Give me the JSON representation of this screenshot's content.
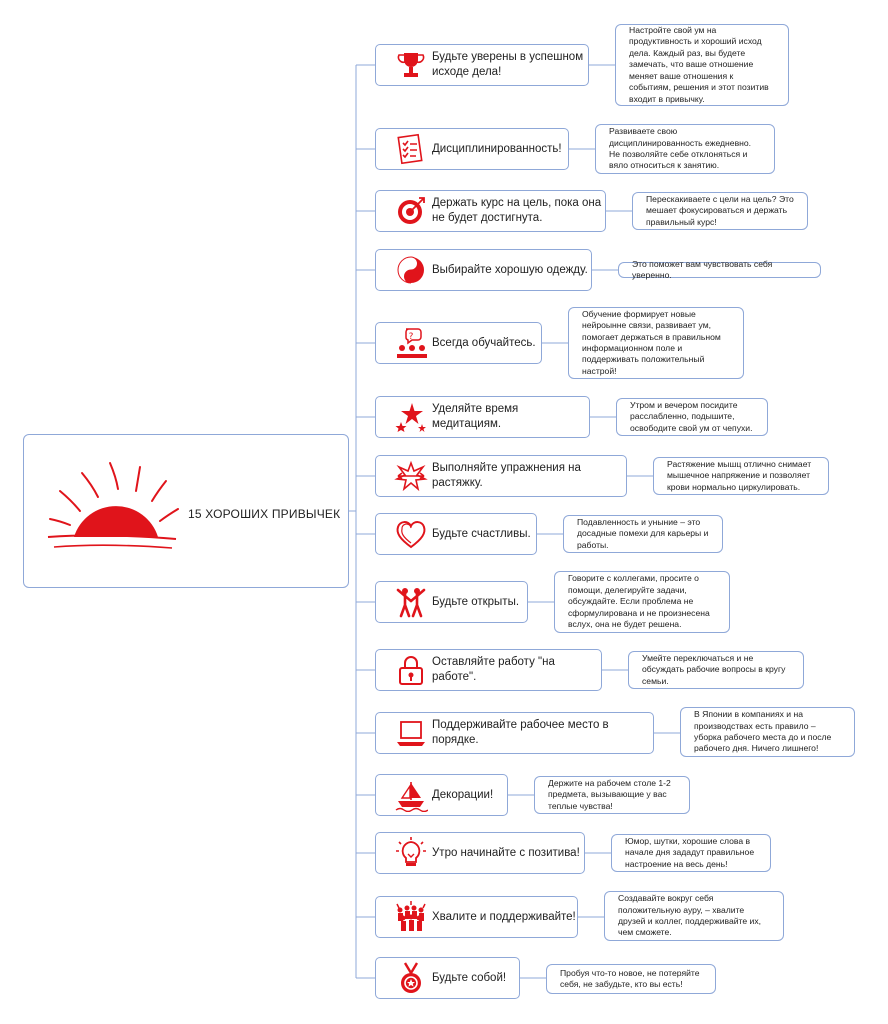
{
  "root": {
    "title": "15 ХОРОШИХ ПРИВЫЧЕК",
    "icon": "sunrise-icon"
  },
  "habits": [
    {
      "label": "Будьте уверены в успешном\nисходе дела!",
      "icon": "trophy-icon",
      "note": "Настройте свой ум на\nпродуктивность и хороший исход\nдела. Каждый раз, вы  будете\nзамечать, что ваше отношение\nменяет ваше отношения к\nсобытиям, решения и этот позитив\nвходит в привычку."
    },
    {
      "label": "Дисциплинированность!",
      "icon": "checklist-icon",
      "note": "Развиваете свою\nдисциплинированность ежедневно.\nНе позволяйте себе отклоняться и\nвяло относиться к занятию."
    },
    {
      "label": "Держать курс на цель, пока она\nне будет достигнута.",
      "icon": "target-icon",
      "note": "Перескакиваете с цели на цель? Это\nмешает фокусироваться и держать\nправильный курс!"
    },
    {
      "label": "Выбирайте хорошую одежду.",
      "icon": "yin-yang-icon",
      "note": "Это поможет вам чувствовать себя уверенно."
    },
    {
      "label": "Всегда обучайтесь.",
      "icon": "learning-group-icon",
      "note": "Обучение формирует новые\nнейроынне связи, развивает ум,\nпомогает держаться в правильном\nинформационном поле и\nподдерживать положительный\nнастрой!"
    },
    {
      "label": "Уделяйте время медитациям.",
      "icon": "stars-icon",
      "note": "Утром и вечером посидите\nрасслабленно, подышите,\nосвободите свой ум от чепухи."
    },
    {
      "label": "Выполняйте упражнения на растяжку.",
      "icon": "stretch-icon",
      "note": "Растяжение мышц отлично снимает\nмышечное напряжение и позволяет\nкрови нормально циркулировать."
    },
    {
      "label": "Будьте счастливы.",
      "icon": "heart-icon",
      "note": "Подавленность и уныние – это\nдосадные помехи для карьеры и\nработы."
    },
    {
      "label": "Будьте открыты.",
      "icon": "people-icon",
      "note": "Говорите с коллегами, просите о\nпомощи, делегируйте задачи,\nобсуждайте. Если проблема не\nсформулирована и не произнесена\nвслух, она не будет решена."
    },
    {
      "label": "Оставляйте работу \"на работе\".",
      "icon": "lock-icon",
      "note": "Умейте переключаться и не\nобсуждать рабочие вопросы в кругу\nсемьи."
    },
    {
      "label": "Поддерживайте рабочее место в порядке.",
      "icon": "laptop-icon",
      "note": "В Японии в компаниях и на\nпроизводствах есть правило –\nуборка рабочего места до и после\nрабочего дня. Ничего лишнего!"
    },
    {
      "label": "Декорации!",
      "icon": "boat-icon",
      "note": "Держите на рабочем столе 1-2\nпредмета, вызывающие у вас\nтеплые чувства!"
    },
    {
      "label": "Утро начинайте с позитива!",
      "icon": "lightbulb-icon",
      "note": "Юмор, шутки, хорошие слова в\nначале дня зададут правильное\nнастроение на весь день!"
    },
    {
      "label": "Хвалите и поддерживайте!",
      "icon": "crowd-icon",
      "note": "Создавайте вокруг себя\nположительную ауру, – хвалите\nдрузей и коллег, поддерживайте их,\nчем сможете."
    },
    {
      "label": "Будьте собой!",
      "icon": "medal-icon",
      "note": "Пробуя что-то новое, не потеряйте\nсебя, не забудьте, кто вы есть!"
    }
  ],
  "colors": {
    "accent": "#e0141b",
    "border": "#8fa8d8",
    "line": "#8fa8d8"
  }
}
